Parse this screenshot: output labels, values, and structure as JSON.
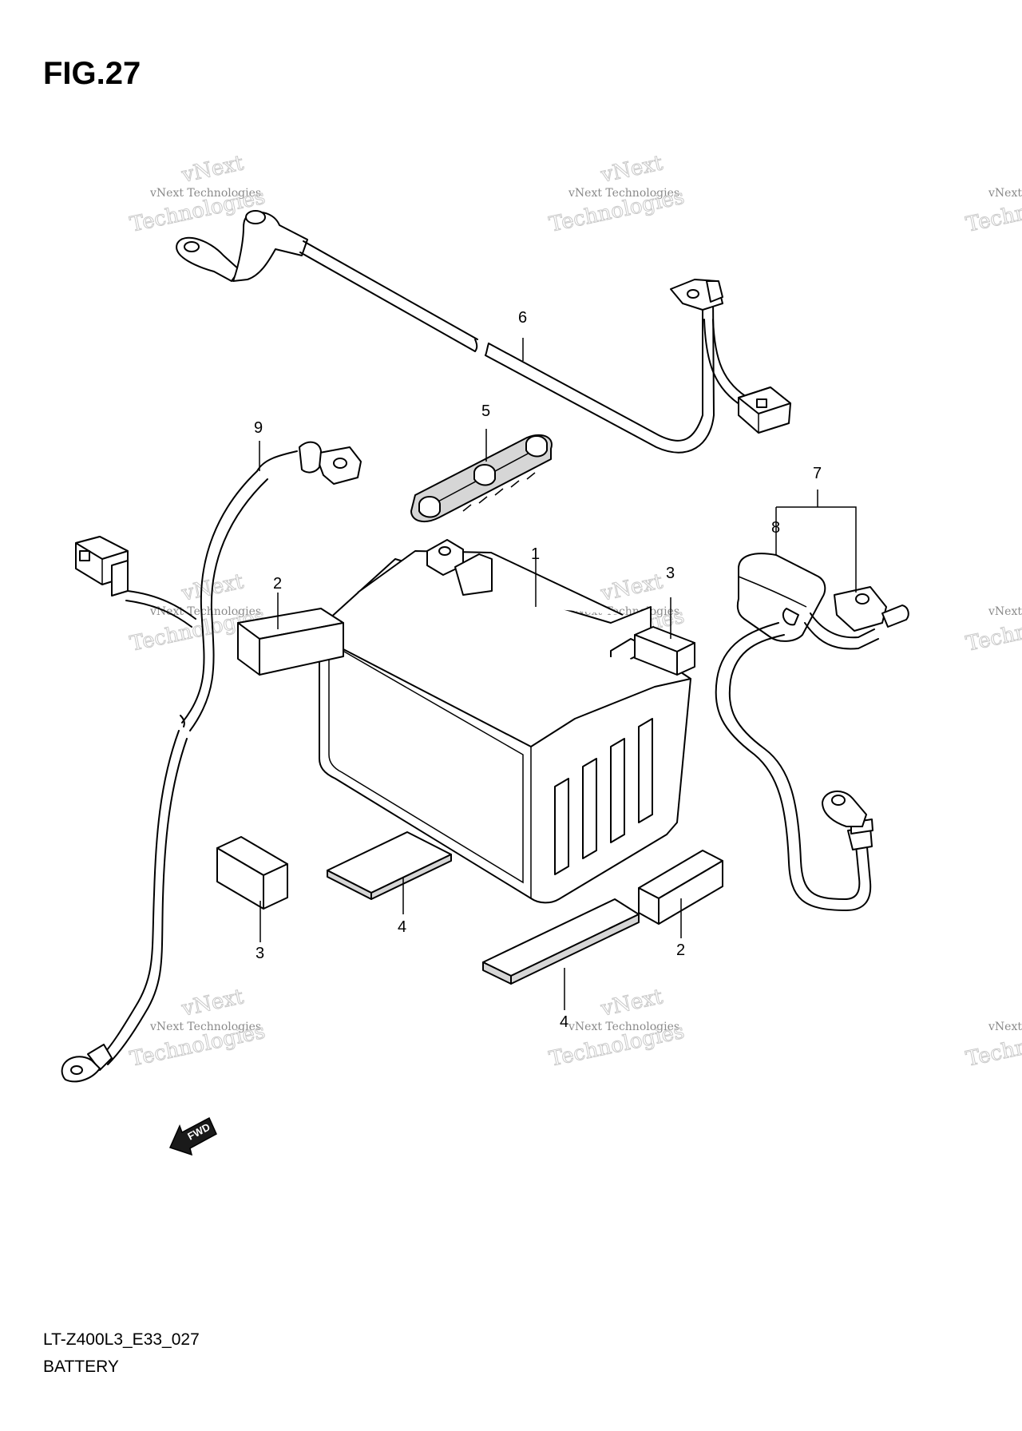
{
  "figure": {
    "title": "FIG.27"
  },
  "footer": {
    "code": "LT-Z400L3_E33_027",
    "section": "BATTERY"
  },
  "fwd_label": "FWD",
  "watermark": {
    "line1": "vNext Technologies",
    "line2": "vNext",
    "line3": "Technologies"
  },
  "callouts": {
    "c1": "1",
    "c2a": "2",
    "c2b": "2",
    "c3a": "3",
    "c3b": "3",
    "c4a": "4",
    "c4b": "4",
    "c5": "5",
    "c6": "6",
    "c7": "7",
    "c8": "8",
    "c9": "9"
  },
  "parts": [
    "battery",
    "spacer",
    "spacer",
    "cushion",
    "terminal cap",
    "cable",
    "cable",
    "cover",
    "cable"
  ]
}
